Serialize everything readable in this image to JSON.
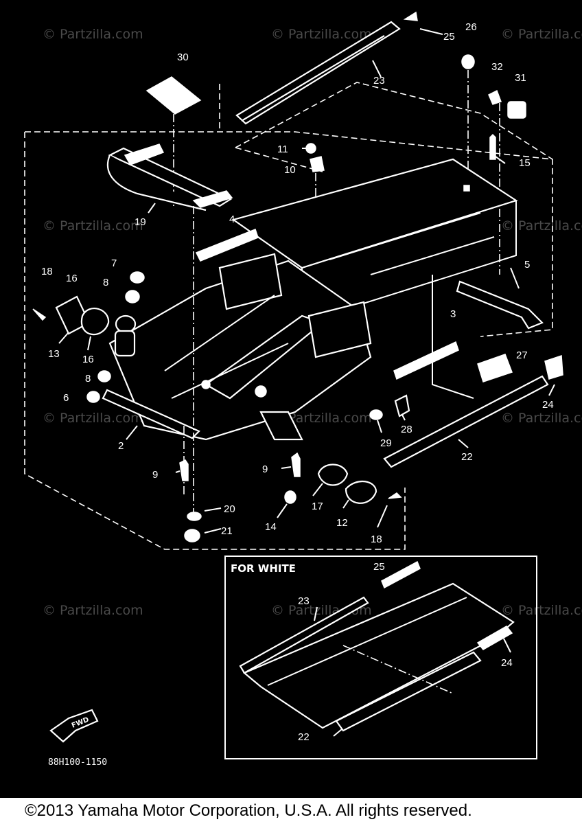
{
  "diagram": {
    "callouts": [
      {
        "id": "c30",
        "text": "30"
      },
      {
        "id": "c25",
        "text": "25"
      },
      {
        "id": "c26",
        "text": "26"
      },
      {
        "id": "c23",
        "text": "23"
      },
      {
        "id": "c32",
        "text": "32"
      },
      {
        "id": "c31",
        "text": "31"
      },
      {
        "id": "c11",
        "text": "11"
      },
      {
        "id": "c10",
        "text": "10"
      },
      {
        "id": "c15",
        "text": "15"
      },
      {
        "id": "c19",
        "text": "19"
      },
      {
        "id": "c4",
        "text": "4"
      },
      {
        "id": "c5",
        "text": "5"
      },
      {
        "id": "c7",
        "text": "7"
      },
      {
        "id": "c18a",
        "text": "18"
      },
      {
        "id": "c16a",
        "text": "16"
      },
      {
        "id": "c8a",
        "text": "8"
      },
      {
        "id": "c13",
        "text": "13"
      },
      {
        "id": "c16b",
        "text": "16"
      },
      {
        "id": "c3",
        "text": "3"
      },
      {
        "id": "c27",
        "text": "27"
      },
      {
        "id": "c8b",
        "text": "8"
      },
      {
        "id": "c6",
        "text": "6"
      },
      {
        "id": "c24a",
        "text": "24"
      },
      {
        "id": "c2",
        "text": "2"
      },
      {
        "id": "c29",
        "text": "29"
      },
      {
        "id": "c28",
        "text": "28"
      },
      {
        "id": "c22a",
        "text": "22"
      },
      {
        "id": "c9a",
        "text": "9"
      },
      {
        "id": "c9b",
        "text": "9"
      },
      {
        "id": "c17",
        "text": "17"
      },
      {
        "id": "c20",
        "text": "20"
      },
      {
        "id": "c12",
        "text": "12"
      },
      {
        "id": "c14",
        "text": "14"
      },
      {
        "id": "c21",
        "text": "21"
      },
      {
        "id": "c18b",
        "text": "18"
      },
      {
        "id": "c25b",
        "text": "25"
      },
      {
        "id": "c23b",
        "text": "23"
      },
      {
        "id": "c24b",
        "text": "24"
      },
      {
        "id": "c22b",
        "text": "22"
      }
    ],
    "inset_title": "FOR WHITE",
    "part_code": "88H100-1150",
    "fwd_label": "FWD",
    "watermark": "© Partzilla.com"
  },
  "footer": {
    "copyright": "©2013 Yamaha Motor Corporation, U.S.A. All rights reserved."
  },
  "colors": {
    "background": "#000000",
    "lineart": "#ffffff",
    "watermark": "#4a4a4a",
    "footer_bg": "#ffffff",
    "footer_text": "#000000"
  }
}
